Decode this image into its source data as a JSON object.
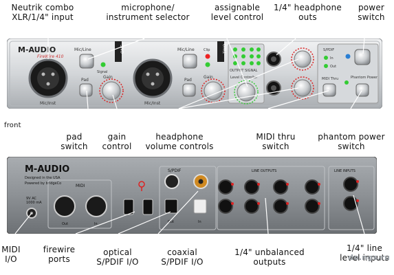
{
  "labels": {
    "neutrik": "Neutrik combo\nXLR/1/4\" input",
    "mic_selector": "microphone/\ninstrument selector",
    "assignable": "assignable\nlevel control",
    "headphone_outs": "1/4\" headphone\nouts",
    "power": "power\nswitch",
    "front": "front",
    "pad": "pad\nswitch",
    "gain": "gain\ncontrol",
    "headphone_vol": "headphone\nvolume controls",
    "midi_thru": "MIDI thru\nswitch",
    "phantom": "phantom power\nswitch",
    "midi_io": "MIDI\nI/O",
    "firewire": "firewire\nports",
    "optical": "optical\nS/PDIF I/O",
    "coaxial": "coaxial\nS/PDIF I/O",
    "unbalanced": "1/4\" unbalanced\noutputs",
    "line_level": "1/4\" line\nlevel inputs"
  },
  "front_panel": {
    "brand": "M-AUDIO",
    "model": "FireWire 410",
    "mic_line_1": "Mic/Line",
    "mic_line_2": "Mic/Line",
    "signal": "Signal",
    "clip": "Clip",
    "pad": "Pad",
    "gain": "Gain",
    "one": "ONE",
    "two": "TWO",
    "mic_inst": "Mic/Inst",
    "output_signal": "OUTPUT SIGNAL",
    "level_controller": "Level Controller",
    "spdif": "S/PDIF",
    "in": "In",
    "out": "Out",
    "midi_thru": "MIDI Thru",
    "phantom_power": "Phantom Power"
  },
  "back_panel": {
    "brand": "M-AUDIO",
    "designed": "Designed in the USA",
    "powered": "Powered by bridgeCo",
    "power_spec": "9V AC\n1000 mA",
    "midi": "MIDI",
    "midi_out": "Out",
    "midi_in": "In",
    "spdif": "S/PDIF",
    "opt_out": "Out",
    "opt_in": "In",
    "line_outputs": "LINE OUTPUTS",
    "line_inputs": "LINE INPUTS"
  },
  "watermark": "do.ngs.ru",
  "colors": {
    "chassis": "#c9ccd0",
    "faceplate": "#dfe2e5",
    "back_chassis": "#8e9296",
    "jack": "#141414",
    "led_green": "#33cc33",
    "led_red": "#ee2222",
    "knob_ring_red": "#dd2222",
    "callout_line": "#ffffff"
  }
}
